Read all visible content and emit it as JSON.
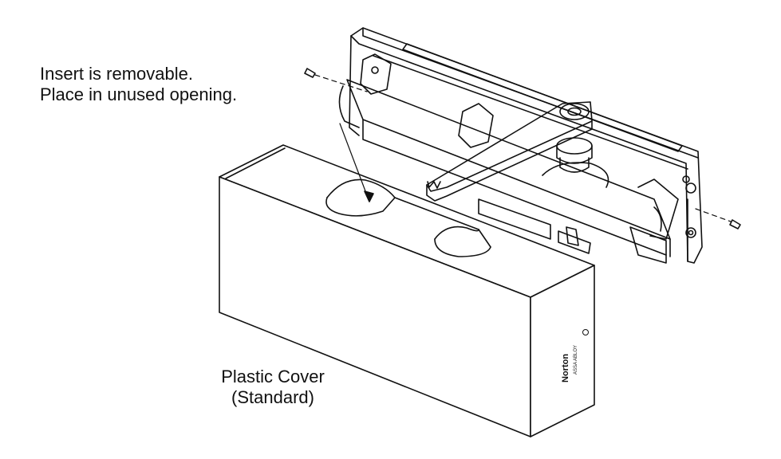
{
  "callouts": {
    "insert_line1": "Insert is removable.",
    "insert_line2": "Place in unused opening.",
    "cover_line1": "Plastic Cover",
    "cover_line2": "(Standard)"
  },
  "cover_brand": {
    "logo": "Norton",
    "sub": "ASSA ABLOY"
  },
  "colors": {
    "ink": "#111111",
    "paper": "#ffffff"
  }
}
